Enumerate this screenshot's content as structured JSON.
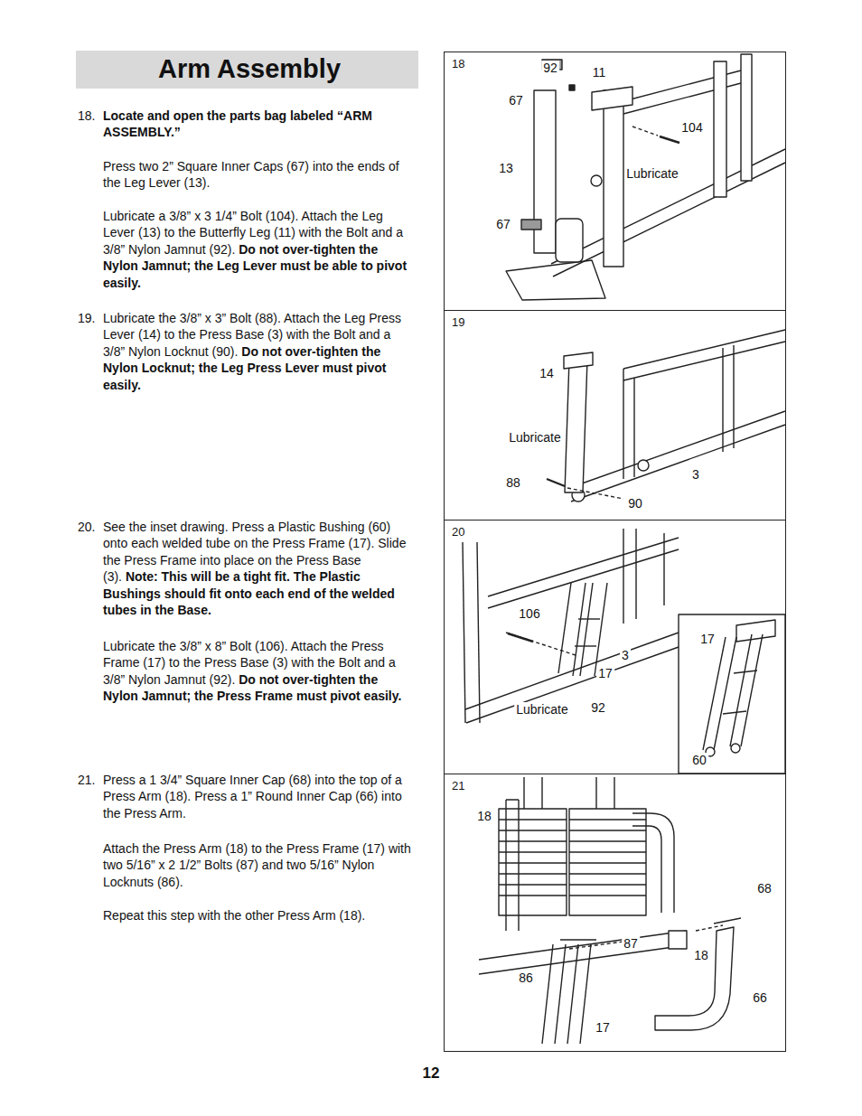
{
  "diagram": {
    "title": "Arm Assembly",
    "nodes": [
      {
        "text": [
          "18"
        ]
      },
      {
        "text": [
          "19"
        ]
      },
      {
        "text": [
          "20"
        ]
      },
      {
        "text": [
          "21"
        ]
      }
    ],
    "labels": [
      "18.",
      "Locate and open the parts bag labeled “ARM ASSEMBLY.”",
      "Press two 2” Square Inner Caps (67) into the ends of the Leg Lever (13).",
      "Lubricate a 3/8” x 3 1/4” Bolt (104). Attach the Leg Lever (13) to the Butterfly Leg (11) with the Bolt and a 3/8” Nylon Jamnut (92).",
      "Do not over-tighten the Nylon Jamnut; the Leg Lever must be able to pivot easily.",
      "19.",
      "Lubricate the 3/8” x 3” Bolt (88). Attach the Leg Press Lever (14) to the Press Base (3) with the Bolt and a 3/8” Nylon Locknut (90).",
      "Do not over-tighten the Nylon Locknut; the Leg Press Lever must pivot easily.",
      "20.",
      "See the inset drawing. Press a Plastic Bushing (60) onto each welded tube on the Press Frame (17). Slide the Press Frame into place on the Press Base (3).",
      "Note: This will be a tight fit. The Plastic Bushings should fit onto each end of the welded tubes in the Base.",
      "Lubricate the 3/8” x 8” Bolt (106). Attach the Press Frame (17) to the Press Base (3) with the Bolt and a 3/8” Nylon Jamnut (92).",
      "Do not over-tighten the Nylon Jamnut; the Press Frame must pivot easily.",
      "21.",
      "Press a 1 3/4” Square Inner Cap (68) into the top of a Press Arm (18). Press a 1” Round Inner Cap (66) into the Press Arm.",
      "Attach the Press Arm (18) to the Press Frame (17) with two 5/16” x 2 1/2” Bolts (87) and two 5/16” Nylon Locknuts (86).",
      "Repeat this step with the other Press Arm (18).",
      "12",
      "92",
      "11",
      "67",
      "104",
      "13",
      "Lubricate",
      "67",
      "14",
      "Lubricate",
      "3",
      "88",
      "90",
      "106",
      "3",
      "17",
      "Lubricate",
      "92",
      "17",
      "60",
      "18",
      "68",
      "87",
      "18",
      "86",
      "66",
      "17"
    ]
  }
}
